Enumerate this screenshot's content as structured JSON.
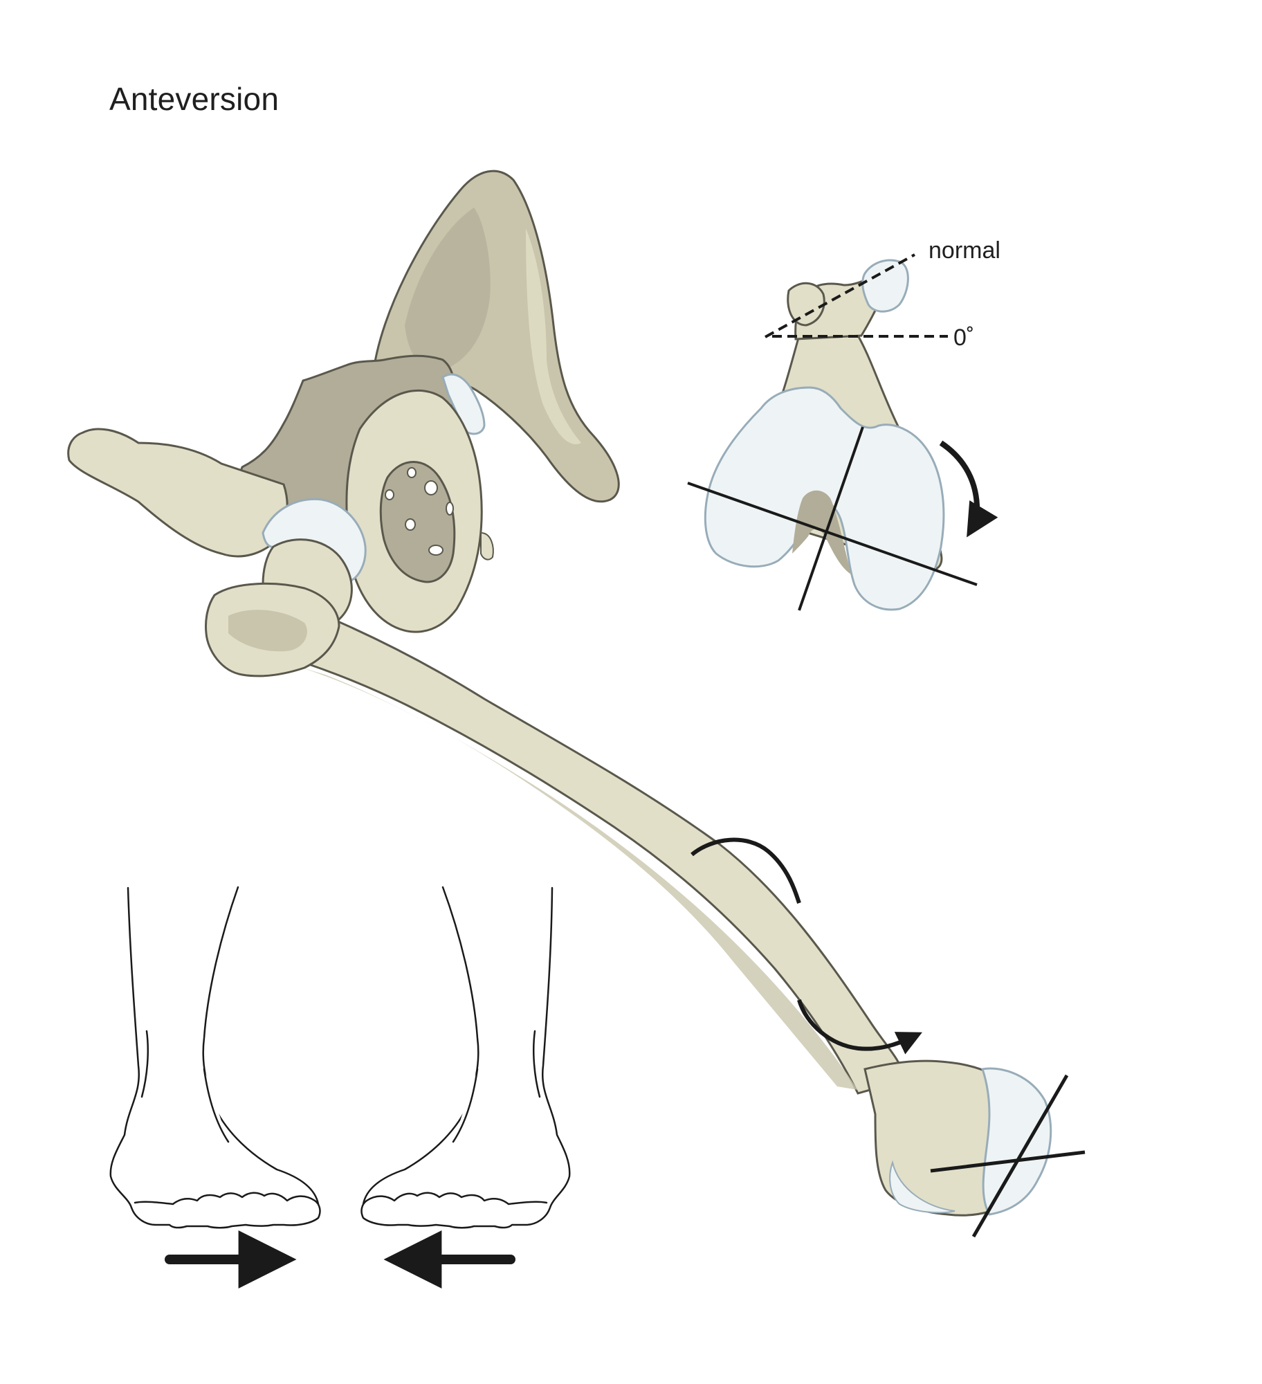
{
  "title": "Anteversion",
  "labels": {
    "normal": "normal",
    "zero_degrees": "0˚"
  },
  "colors": {
    "bone_fill": "#e1dfc8",
    "bone_shade": "#c9c5ac",
    "bone_dark": "#b1ad98",
    "cartilage": "#eef4f5",
    "cartilage_stroke": "#98acb9",
    "outline": "#5a584c",
    "ink": "#1a1a1a"
  },
  "icons": {
    "rotation_arrows": "curved-arrow-icon",
    "feet_arrows": "straight-arrow-icon"
  }
}
